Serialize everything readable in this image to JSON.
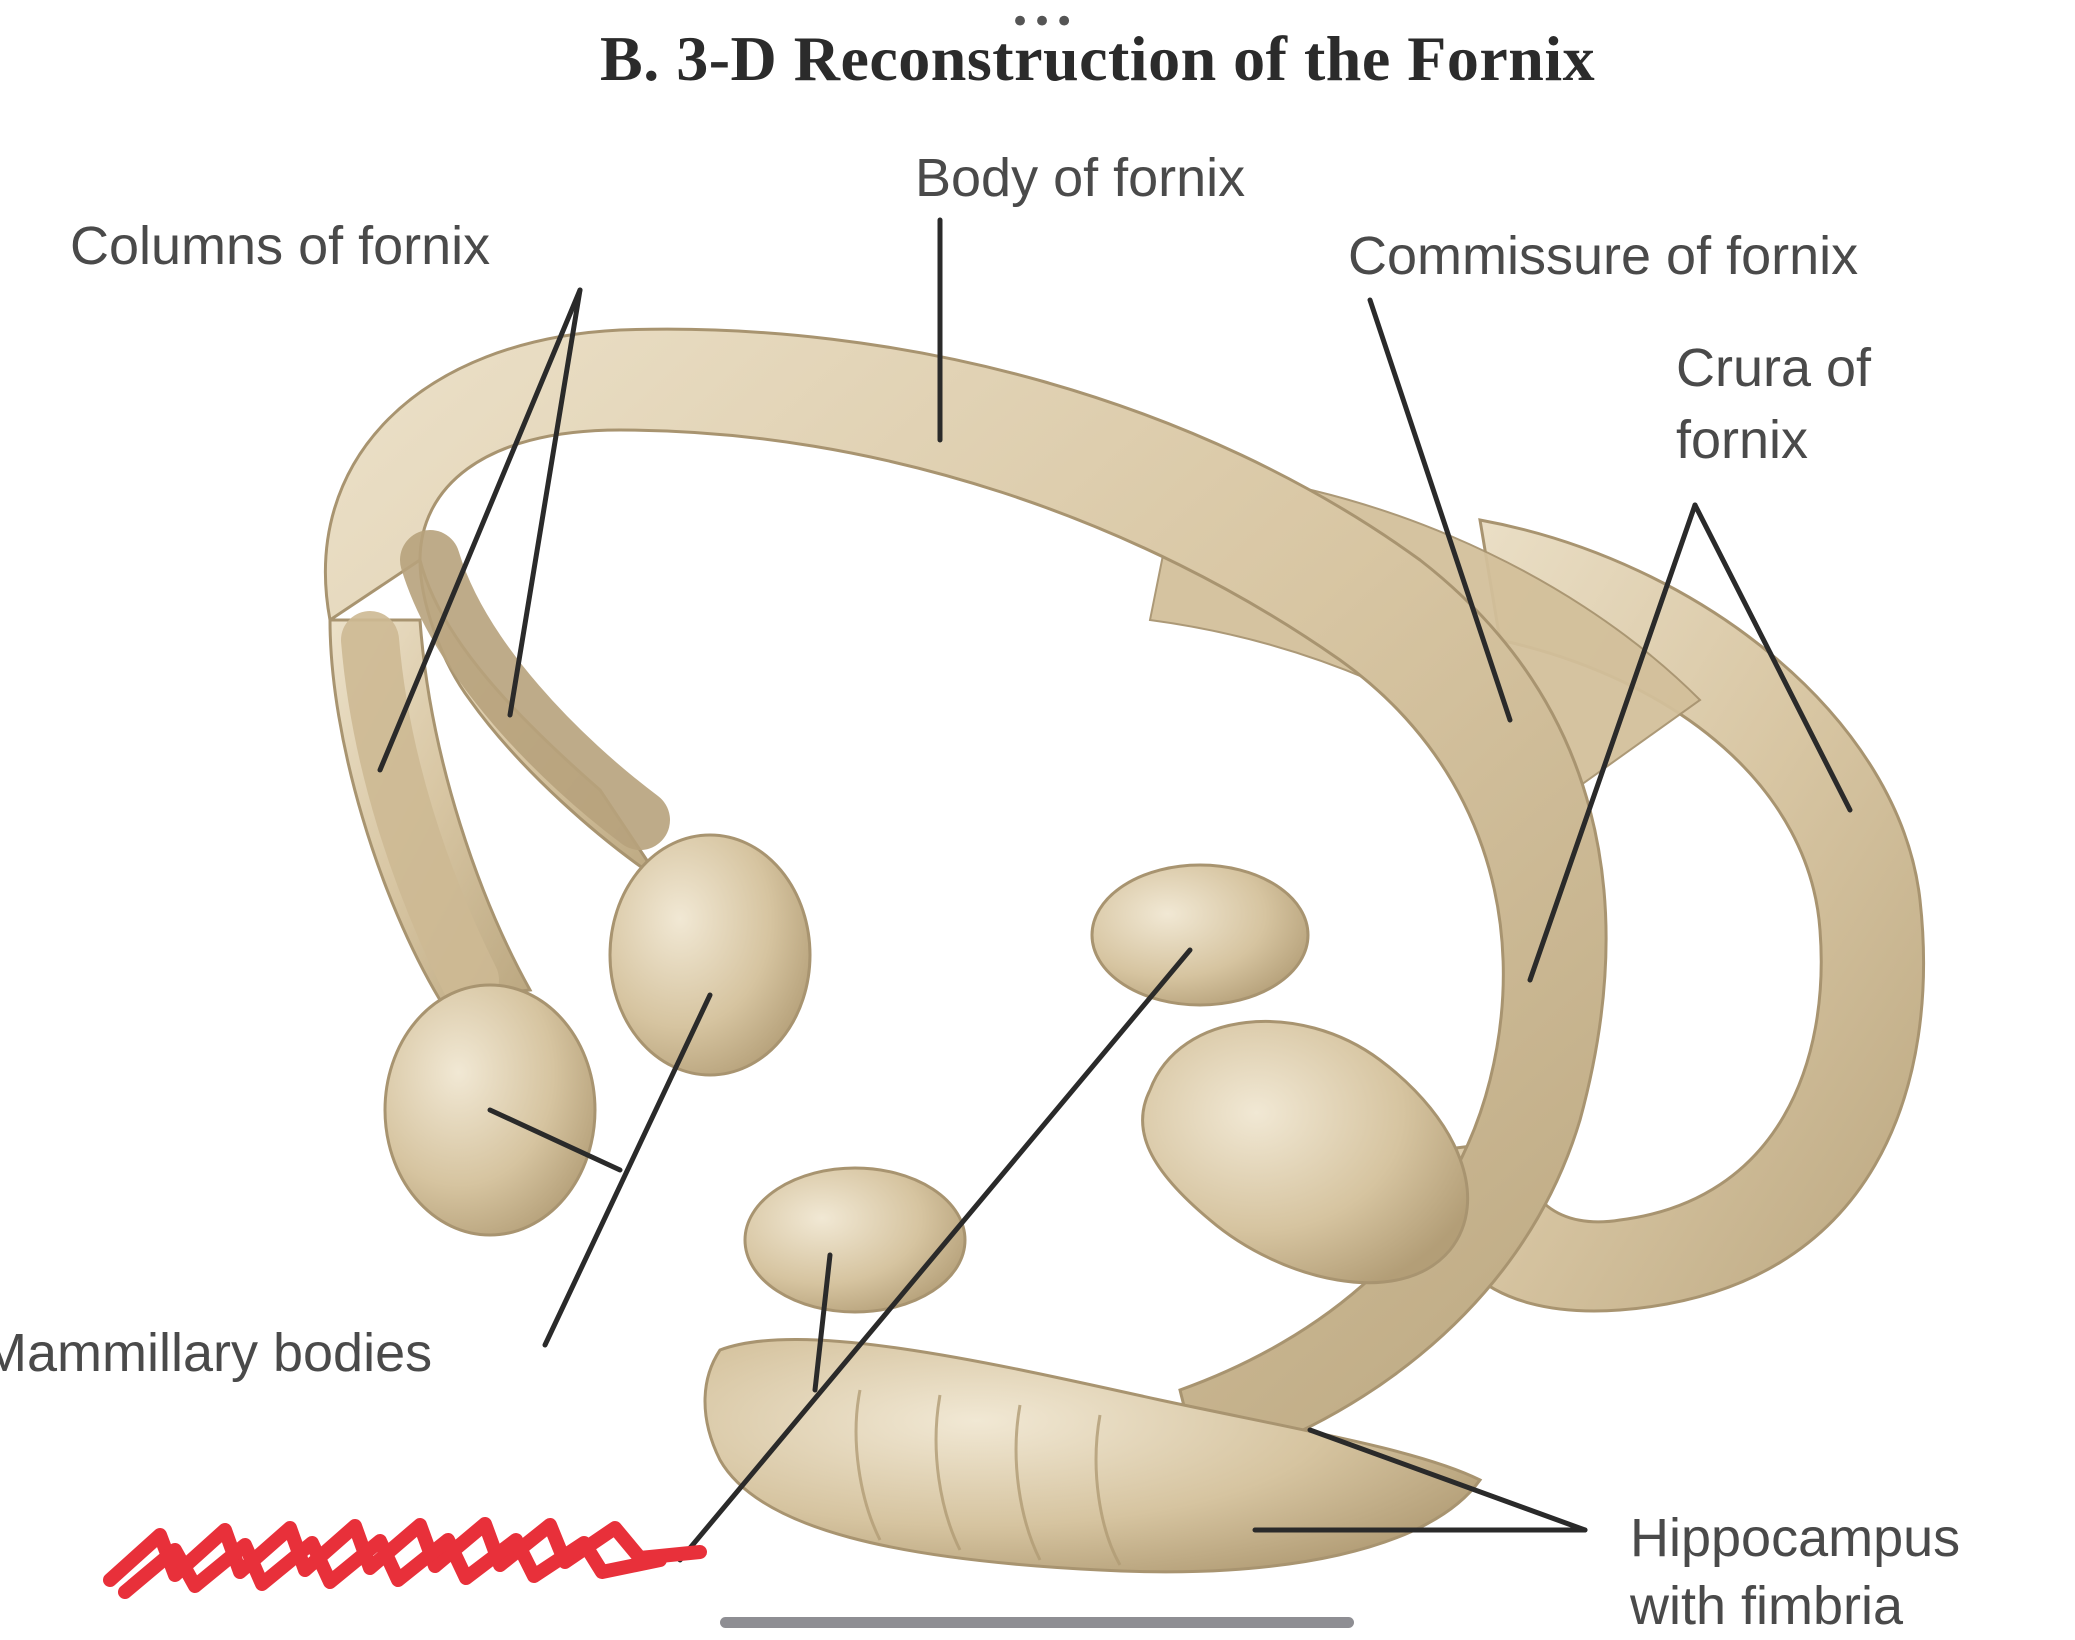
{
  "title": "B. 3-D Reconstruction of the Fornix",
  "top_menu_icon": "more-dots-icon",
  "labels": {
    "body": "Body of fornix",
    "columns": "Columns of fornix",
    "commissure": "Commissure of fornix",
    "crura_line1": "Crura of",
    "crura_line2": "fornix",
    "mammillary": "Mammillary bodies",
    "hippocampus_line1": "Hippocampus",
    "hippocampus_line2": "with fimbria"
  },
  "colors": {
    "structure_fill": "#d9c8a6",
    "structure_shadow": "#b9a57f",
    "leader_line": "#2a2a2a",
    "redaction": "#e8303a"
  }
}
